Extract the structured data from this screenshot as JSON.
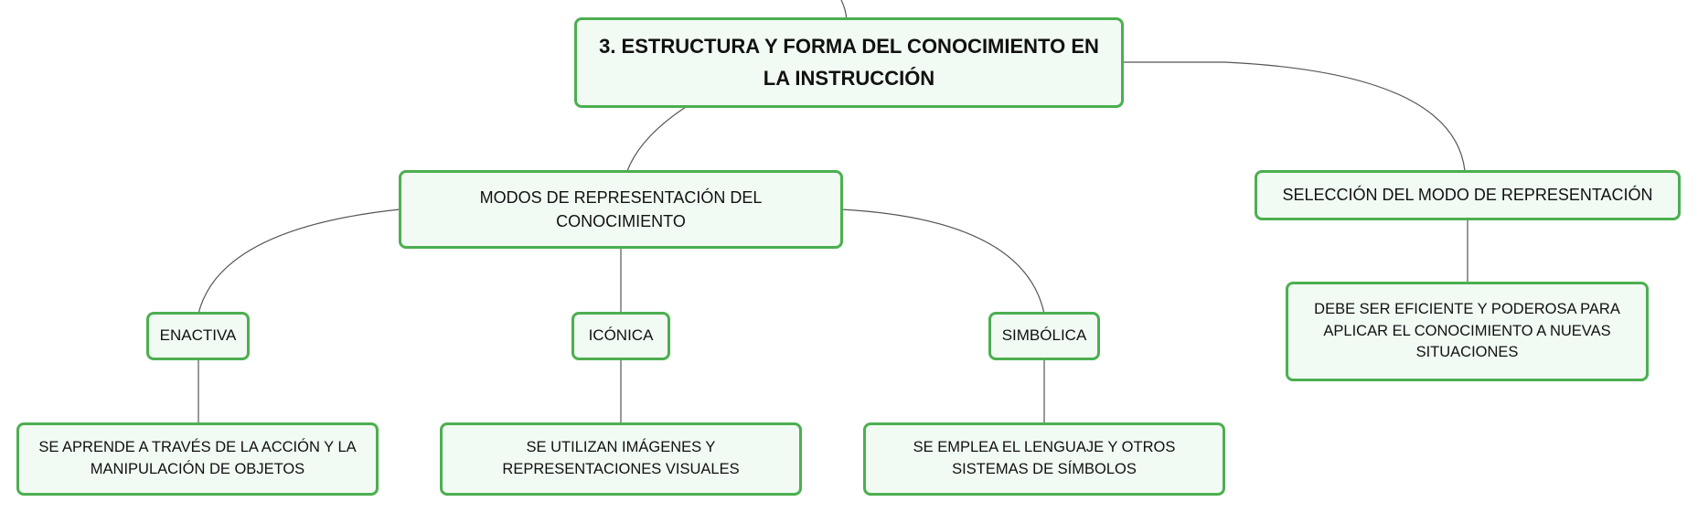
{
  "diagram": {
    "root": {
      "label": "3. ESTRUCTURA Y FORMA DEL CONOCIMIENTO EN LA INSTRUCCIÓN"
    },
    "modes": {
      "label": "MODOS DE REPRESENTACIÓN DEL CONOCIMIENTO",
      "children": [
        {
          "label": "ENACTIVA",
          "detail": "SE APRENDE A TRAVÉS DE LA ACCIÓN Y LA MANIPULACIÓN DE OBJETOS"
        },
        {
          "label": "ICÓNICA",
          "detail": "SE UTILIZAN IMÁGENES Y REPRESENTACIONES VISUALES"
        },
        {
          "label": "SIMBÓLICA",
          "detail": "SE EMPLEA EL LENGUAJE Y OTROS SISTEMAS DE SÍMBOLOS"
        }
      ]
    },
    "selection": {
      "label": "SELECCIÓN DEL MODO DE REPRESENTACIÓN",
      "detail": "DEBE SER EFICIENTE Y PODEROSA PARA APLICAR EL CONOCIMIENTO A NUEVAS SITUACIONES"
    }
  },
  "colors": {
    "node_border": "#4caf50",
    "node_fill": "#f1faf3",
    "connector": "#555555",
    "text": "#111111"
  }
}
